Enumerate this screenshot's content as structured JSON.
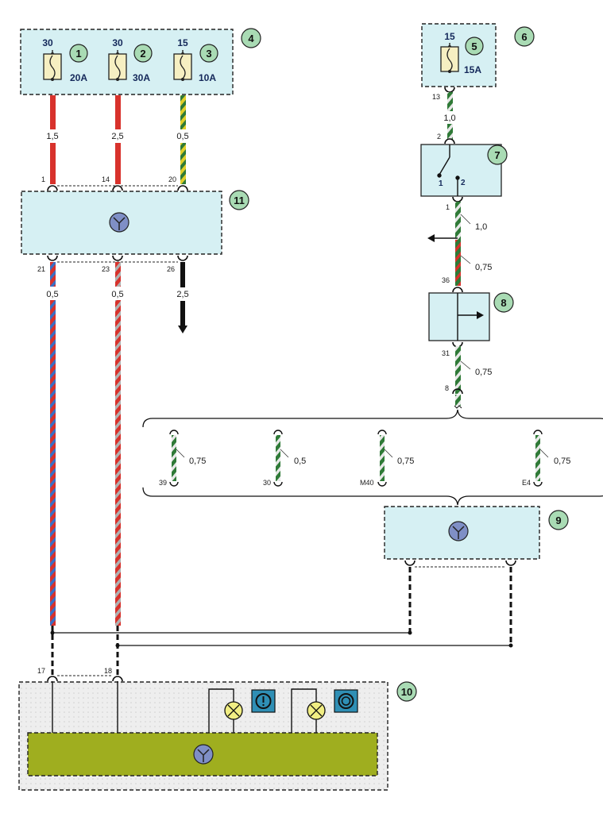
{
  "fuse_box_left": {
    "id": "4",
    "fuses": [
      {
        "id": "1",
        "terminal": "30",
        "rating": "20A"
      },
      {
        "id": "2",
        "terminal": "30",
        "rating": "30A"
      },
      {
        "id": "3",
        "terminal": "15",
        "rating": "10A"
      }
    ]
  },
  "fuse_box_right": {
    "id": "6",
    "fuse": {
      "id": "5",
      "terminal": "15",
      "rating": "15A"
    }
  },
  "wires": {
    "f1_size": "1,5",
    "f2_size": "2,5",
    "f3_size": "0,5",
    "f5_size": "1,0",
    "pin13": "13",
    "pin2": "2",
    "pin1_sw": "1",
    "sw_contact1": "1",
    "sw_contact2": "2",
    "after_sw_size": "1,0",
    "after_sw_size2": "0,75",
    "pin36": "36",
    "pin31": "31",
    "after_relay_size": "0,75",
    "pin8": "8"
  },
  "module11": {
    "id": "11",
    "top_pins": [
      "1",
      "14",
      "20"
    ],
    "bottom_pins": [
      "21",
      "23",
      "26"
    ],
    "bottom_sizes": [
      "0,5",
      "0,5",
      "2,5"
    ]
  },
  "component7": {
    "id": "7"
  },
  "component8": {
    "id": "8"
  },
  "splice_branches": [
    {
      "pin": "39",
      "size": "0,75"
    },
    {
      "pin": "30",
      "size": "0,5"
    },
    {
      "pin": "M40",
      "size": "0,75"
    },
    {
      "pin": "E4",
      "size": "0,75"
    }
  ],
  "module9": {
    "id": "9"
  },
  "cluster10": {
    "id": "10",
    "pins": [
      "17",
      "18"
    ]
  },
  "colors": {
    "panel_fill": "#d6f0f3",
    "cluster_fill": "#9fae1f",
    "callout_fill": "#a9dbb4",
    "wire_red": "#d8322c",
    "wire_green": "#2f7a37",
    "wire_yellow": "#e0cf2a",
    "wire_blue": "#3a6fc4",
    "wire_grey": "#b0b0b0"
  }
}
